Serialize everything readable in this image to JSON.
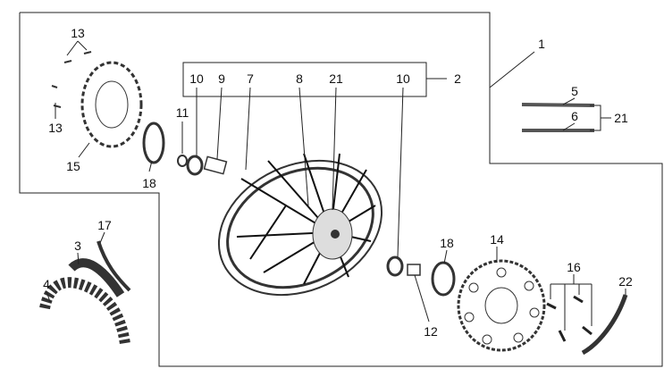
{
  "diagram": {
    "title": "Rear wheel exploded parts diagram",
    "callouts": [
      {
        "id": "c13a",
        "text": "13"
      },
      {
        "id": "c13b",
        "text": "13"
      },
      {
        "id": "c15",
        "text": "15"
      },
      {
        "id": "c18a",
        "text": "18"
      },
      {
        "id": "c11",
        "text": "11"
      },
      {
        "id": "c10a",
        "text": "10"
      },
      {
        "id": "c9",
        "text": "9"
      },
      {
        "id": "c7",
        "text": "7"
      },
      {
        "id": "c8",
        "text": "8"
      },
      {
        "id": "c21a",
        "text": "21"
      },
      {
        "id": "c10b",
        "text": "10"
      },
      {
        "id": "c2",
        "text": "2"
      },
      {
        "id": "c1",
        "text": "1"
      },
      {
        "id": "c5",
        "text": "5"
      },
      {
        "id": "c6",
        "text": "6"
      },
      {
        "id": "c21b",
        "text": "21"
      },
      {
        "id": "c17",
        "text": "17"
      },
      {
        "id": "c3",
        "text": "3"
      },
      {
        "id": "c4",
        "text": "4"
      },
      {
        "id": "c18b",
        "text": "18"
      },
      {
        "id": "c14",
        "text": "14"
      },
      {
        "id": "c16",
        "text": "16"
      },
      {
        "id": "c22",
        "text": "22"
      },
      {
        "id": "c12",
        "text": "12"
      }
    ]
  }
}
